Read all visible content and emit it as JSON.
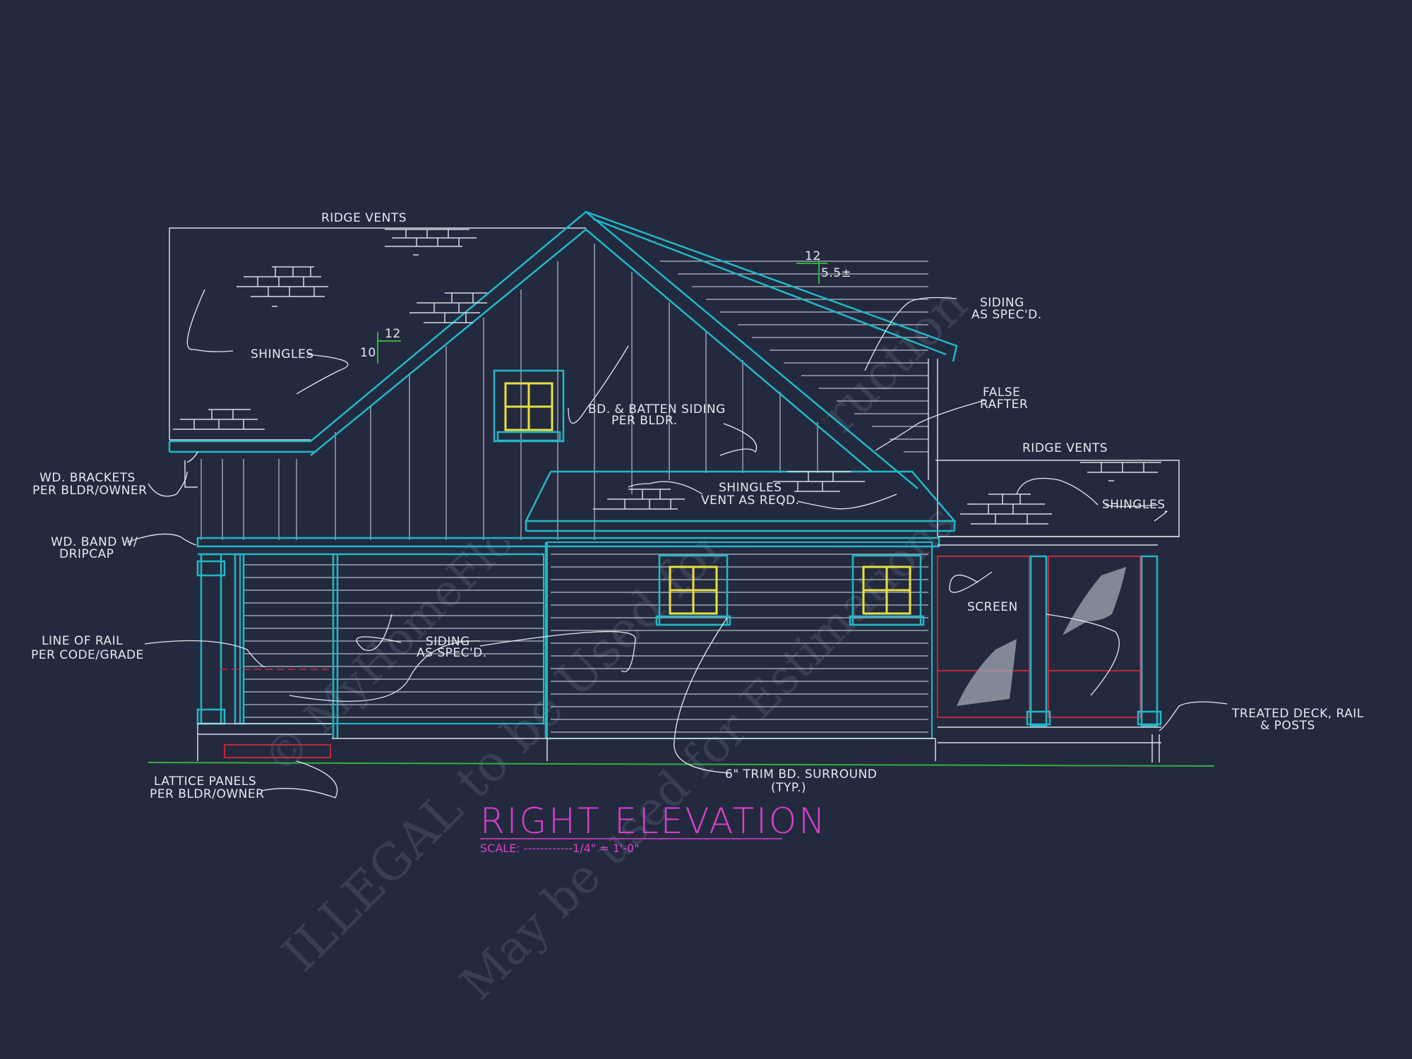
{
  "colors": {
    "background": "#242a3e",
    "outline": "#20b8c8",
    "title": "#d83ed0",
    "window": "#e8e040",
    "screen": "#d02840",
    "grade": "#30b040"
  },
  "drawing": {
    "title": "RIGHT ELEVATION",
    "scale": "SCALE: ------------1/4\" = 1'-0\""
  },
  "labels": {
    "ridge_vents_left": "RIDGE VENTS",
    "shingles_left": "SHINGLES",
    "pitch_10": "10",
    "pitch_12_left": "12",
    "pitch_12_right": "12",
    "pitch_55": "5.5±",
    "siding_upper_1": "SIDING",
    "siding_upper_2": "AS SPEC'D.",
    "false_rafter_1": "FALSE",
    "false_rafter_2": "RAFTER",
    "batten_1": "BD. & BATTEN SIDING",
    "batten_2": "PER BLDR.",
    "shingles_vent_1": "SHINGLES",
    "shingles_vent_2": "VENT AS REQD.",
    "ridge_vents_right": "RIDGE VENTS",
    "shingles_right": "SHINGLES",
    "wd_brackets_1": "WD. BRACKETS",
    "wd_brackets_2": "PER BLDR/OWNER",
    "wd_band_1": "WD. BAND W/",
    "wd_band_2": "DRIPCAP",
    "rail_1": "LINE OF RAIL",
    "rail_2": "PER CODE/GRADE",
    "siding_lower_1": "SIDING",
    "siding_lower_2": "AS SPEC'D.",
    "screen": "SCREEN",
    "deck_1": "TREATED DECK, RAIL",
    "deck_2": "& POSTS",
    "lattice_1": "LATTICE PANELS",
    "lattice_2": "PER BLDR/OWNER",
    "trim_1": "6\" TRIM BD. SURROUND",
    "trim_2": "(TYP.)"
  },
  "watermark": {
    "line1": "© MyHomeFloorPlans.com",
    "line2": "ILLEGAL to be Used for Construction",
    "line3": "May be used for Estimations"
  }
}
